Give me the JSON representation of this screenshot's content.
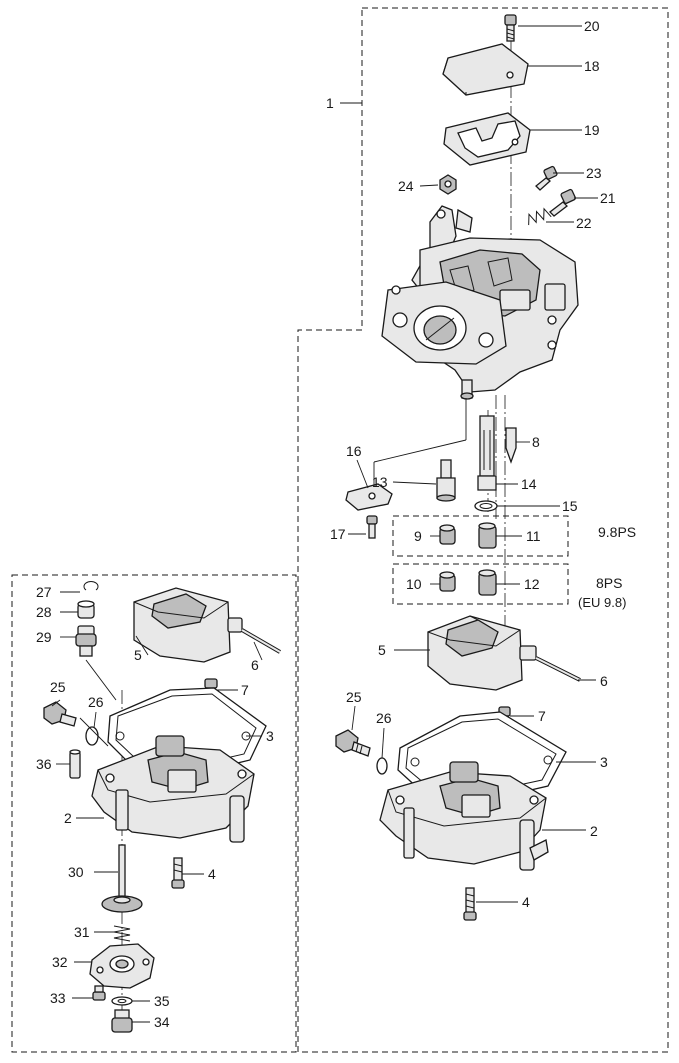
{
  "diagram": {
    "callouts": {
      "c1": "1",
      "c2": "2",
      "c3": "3",
      "c4": "4",
      "c5": "5",
      "c6": "6",
      "c7": "7",
      "c8": "8",
      "c9": "9",
      "c10": "10",
      "c11": "11",
      "c12": "12",
      "c13": "13",
      "c14": "14",
      "c15": "15",
      "c16": "16",
      "c17": "17",
      "c18": "18",
      "c19": "19",
      "c20": "20",
      "c21": "21",
      "c22": "22",
      "c23": "23",
      "c24": "24",
      "c25": "25",
      "c26": "26",
      "c27": "27",
      "c28": "28",
      "c29": "29",
      "c30": "30",
      "c31": "31",
      "c32": "32",
      "c33": "33",
      "c34": "34",
      "c35": "35",
      "c36": "36"
    },
    "variants": {
      "ps98": "9.8PS",
      "ps8": "8PS",
      "ps8_eu": "(EU 9.8)"
    }
  }
}
